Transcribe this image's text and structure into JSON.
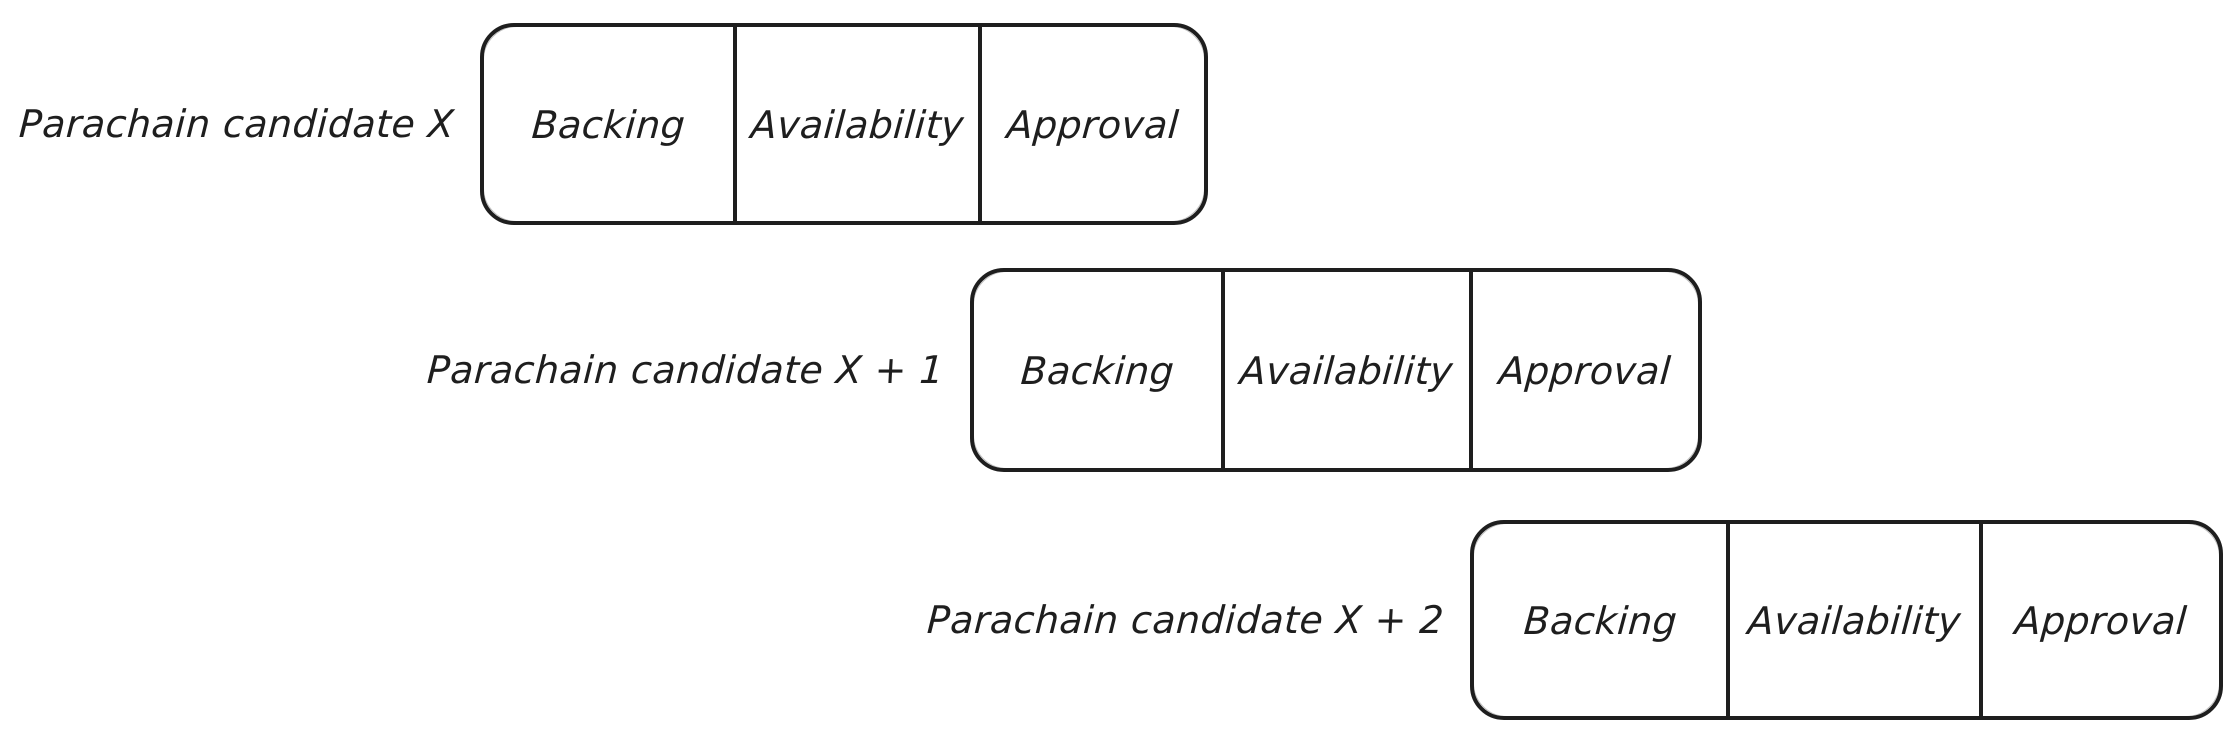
{
  "diagram": {
    "type": "pipeline-stagger",
    "background_color": "#ffffff",
    "stroke_color": "#1e1e1e",
    "title": "",
    "stage_labels": [
      "Backing",
      "Availability",
      "Approval"
    ],
    "rows": [
      {
        "label": "Parachain candidate X",
        "cells": [
          {
            "label": "Backing"
          },
          {
            "label": "Availability"
          },
          {
            "label": "Approval"
          }
        ]
      },
      {
        "label": "Parachain candidate X + 1",
        "cells": [
          {
            "label": "Backing"
          },
          {
            "label": "Availability"
          },
          {
            "label": "Approval"
          }
        ]
      },
      {
        "label": "Parachain candidate X + 2",
        "cells": [
          {
            "label": "Backing"
          },
          {
            "label": "Availability"
          },
          {
            "label": "Approval"
          }
        ]
      }
    ]
  }
}
